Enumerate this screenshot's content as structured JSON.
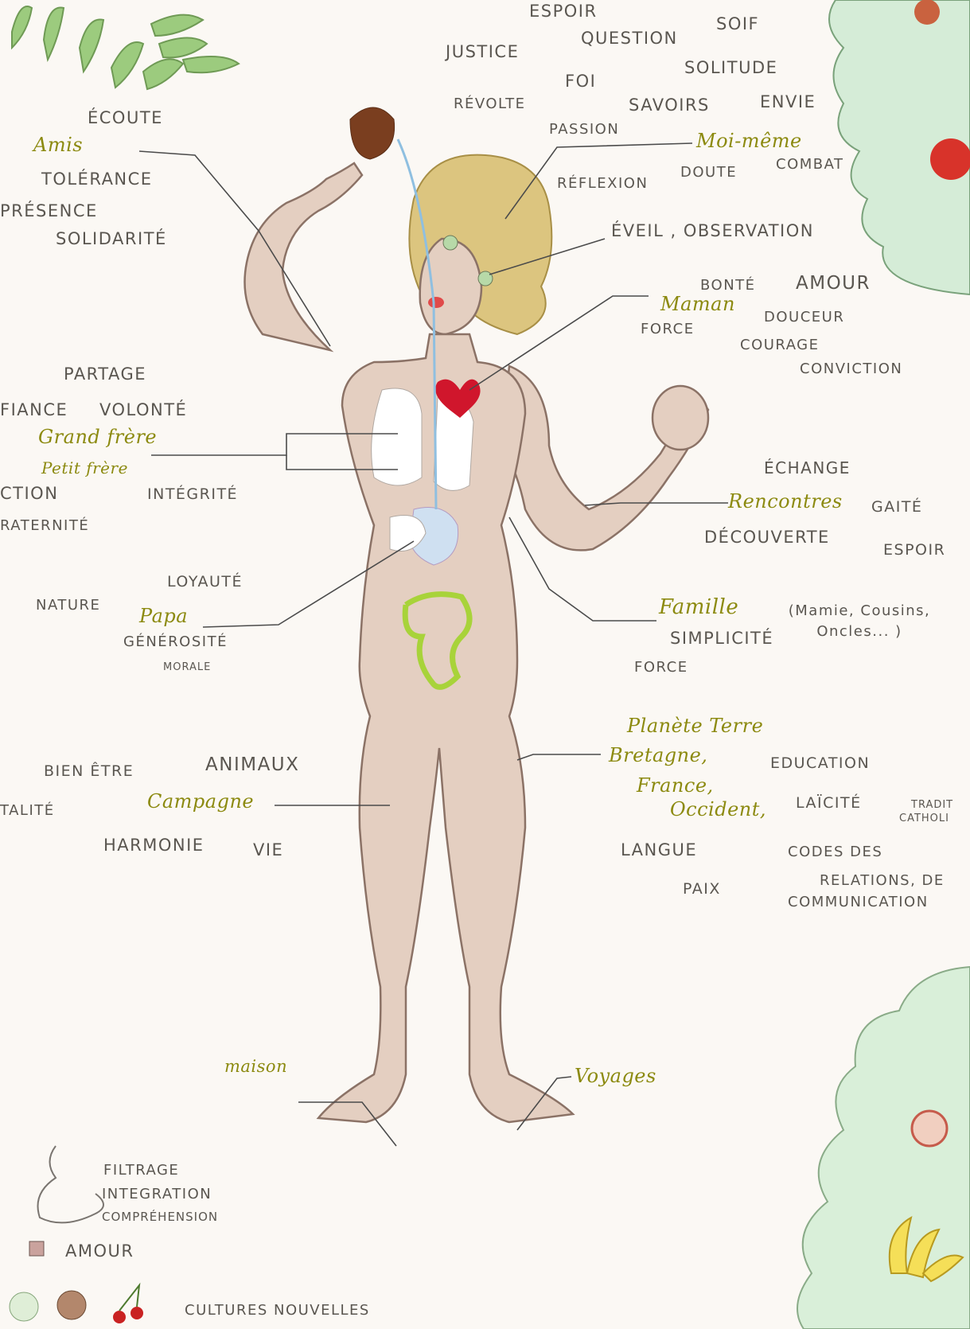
{
  "top_words": [
    "ESPOIR",
    "SOIF",
    "JUSTICE",
    "QUESTION",
    "FOI",
    "SOLITUDE",
    "RÉVOLTE",
    "SAVOIRS",
    "ENVIE",
    "PASSION",
    "RÉFLEXION",
    "DOUTE",
    "COMBAT",
    "ÉVEIL , OBSERVATION"
  ],
  "mind_label": "Moi-même",
  "heart_words": [
    "BONTÉ",
    "AMOUR",
    "DOUCEUR",
    "FORCE",
    "COURAGE",
    "CONVICTION"
  ],
  "heart_label": "Maman",
  "arm_label": "Amis",
  "arm_words": [
    "ÉCOUTE",
    "TOLÉRANCE",
    "PRÉSENCE",
    "SOLIDARITÉ"
  ],
  "lung_labels": [
    "Grand frère",
    "Petit frère"
  ],
  "lung_words": [
    "PARTAGE",
    "FIANCE",
    "VOLONTÉ",
    "CTION",
    "INTÉGRITÉ",
    "RATERNITÉ"
  ],
  "stomach_label": "Papa",
  "stomach_words": [
    "LOYAUTÉ",
    "NATURE",
    "GÉNÉROSITÉ",
    "MORALE"
  ],
  "hand_label": "Rencontres",
  "hand_words": [
    "ÉCHANGE",
    "GAITÉ",
    "DÉCOUVERTE",
    "ESPOIR"
  ],
  "family_label": "Famille",
  "family_note": "(Mamie, Cousins, Oncles... )",
  "family_words": [
    "SIMPLICITÉ",
    "FORCE"
  ],
  "leg_left_label": "Campagne",
  "leg_left_words": [
    "BIEN ÊTRE",
    "ANIMAUX",
    "TALITÉ",
    "HARMONIE",
    "VIE"
  ],
  "leg_right_labels": [
    "Planète Terre",
    "Bretagne,",
    "France,",
    "Occident,"
  ],
  "leg_right_words": [
    "EDUCATION",
    "LAÏCITÉ",
    "TRADIT",
    "CATHOLI",
    "LANGUE",
    "CODES DES",
    "RELATIONS, DE",
    "COMMUNICATION",
    "PAIX"
  ],
  "feet_labels": [
    "maison",
    "Voyages"
  ],
  "legend": {
    "digest_words": [
      "FILTRAGE",
      "INTEGRATION",
      "COMPRÉHENSION"
    ],
    "love": "AMOUR",
    "cultures": "CULTURES NOUVELLES"
  },
  "colors": {
    "paper": "#fbf8f4",
    "skin": "#e2cdbf",
    "hair": "#d9c27a",
    "heart": "#d0162c",
    "tree": "#d5ecd7",
    "label": "#8c8a10",
    "ink": "#5a5650"
  }
}
